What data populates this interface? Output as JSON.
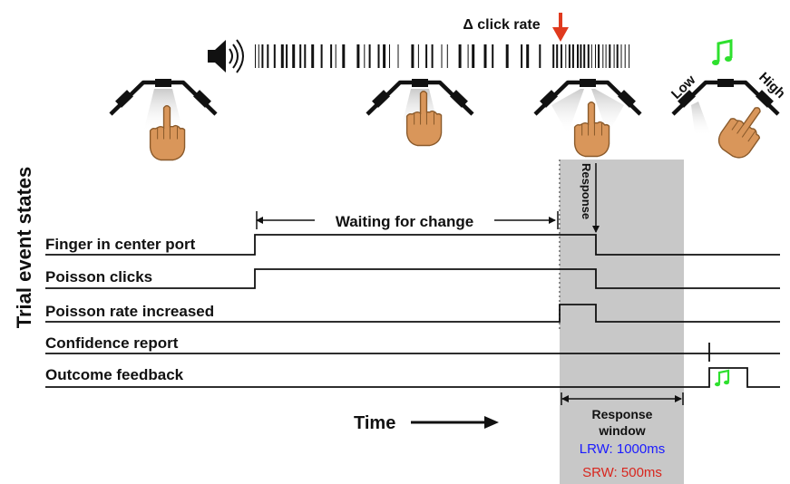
{
  "header": {
    "click_rate_label": "Δ click rate"
  },
  "axis": {
    "y_title": "Trial event states",
    "time_label": "Time"
  },
  "rows": [
    {
      "id": "finger",
      "label": "Finger in center port"
    },
    {
      "id": "clicks",
      "label": "Poisson clicks"
    },
    {
      "id": "rate",
      "label": "Poisson rate increased"
    },
    {
      "id": "confidence",
      "label": "Confidence report"
    },
    {
      "id": "feedback",
      "label": "Outcome feedback"
    }
  ],
  "annotations": {
    "waiting": "Waiting for change",
    "response_vertical": "Response",
    "response_window_line1": "Response",
    "response_window_line2": "window",
    "lrw": "LRW: 1000ms",
    "srw": "SRW: 500ms"
  },
  "ports": {
    "low": "Low",
    "high": "High"
  },
  "colors": {
    "shade": "#c8c8c8",
    "red_arrow": "#e03a1e",
    "green_note": "#2ee02e",
    "lrw": "#1a1aff",
    "srw": "#d8261e",
    "hand": "#d9965a"
  },
  "icons": [
    "speaker-icon",
    "center-port-icon",
    "hand-icon",
    "music-note-icon"
  ]
}
